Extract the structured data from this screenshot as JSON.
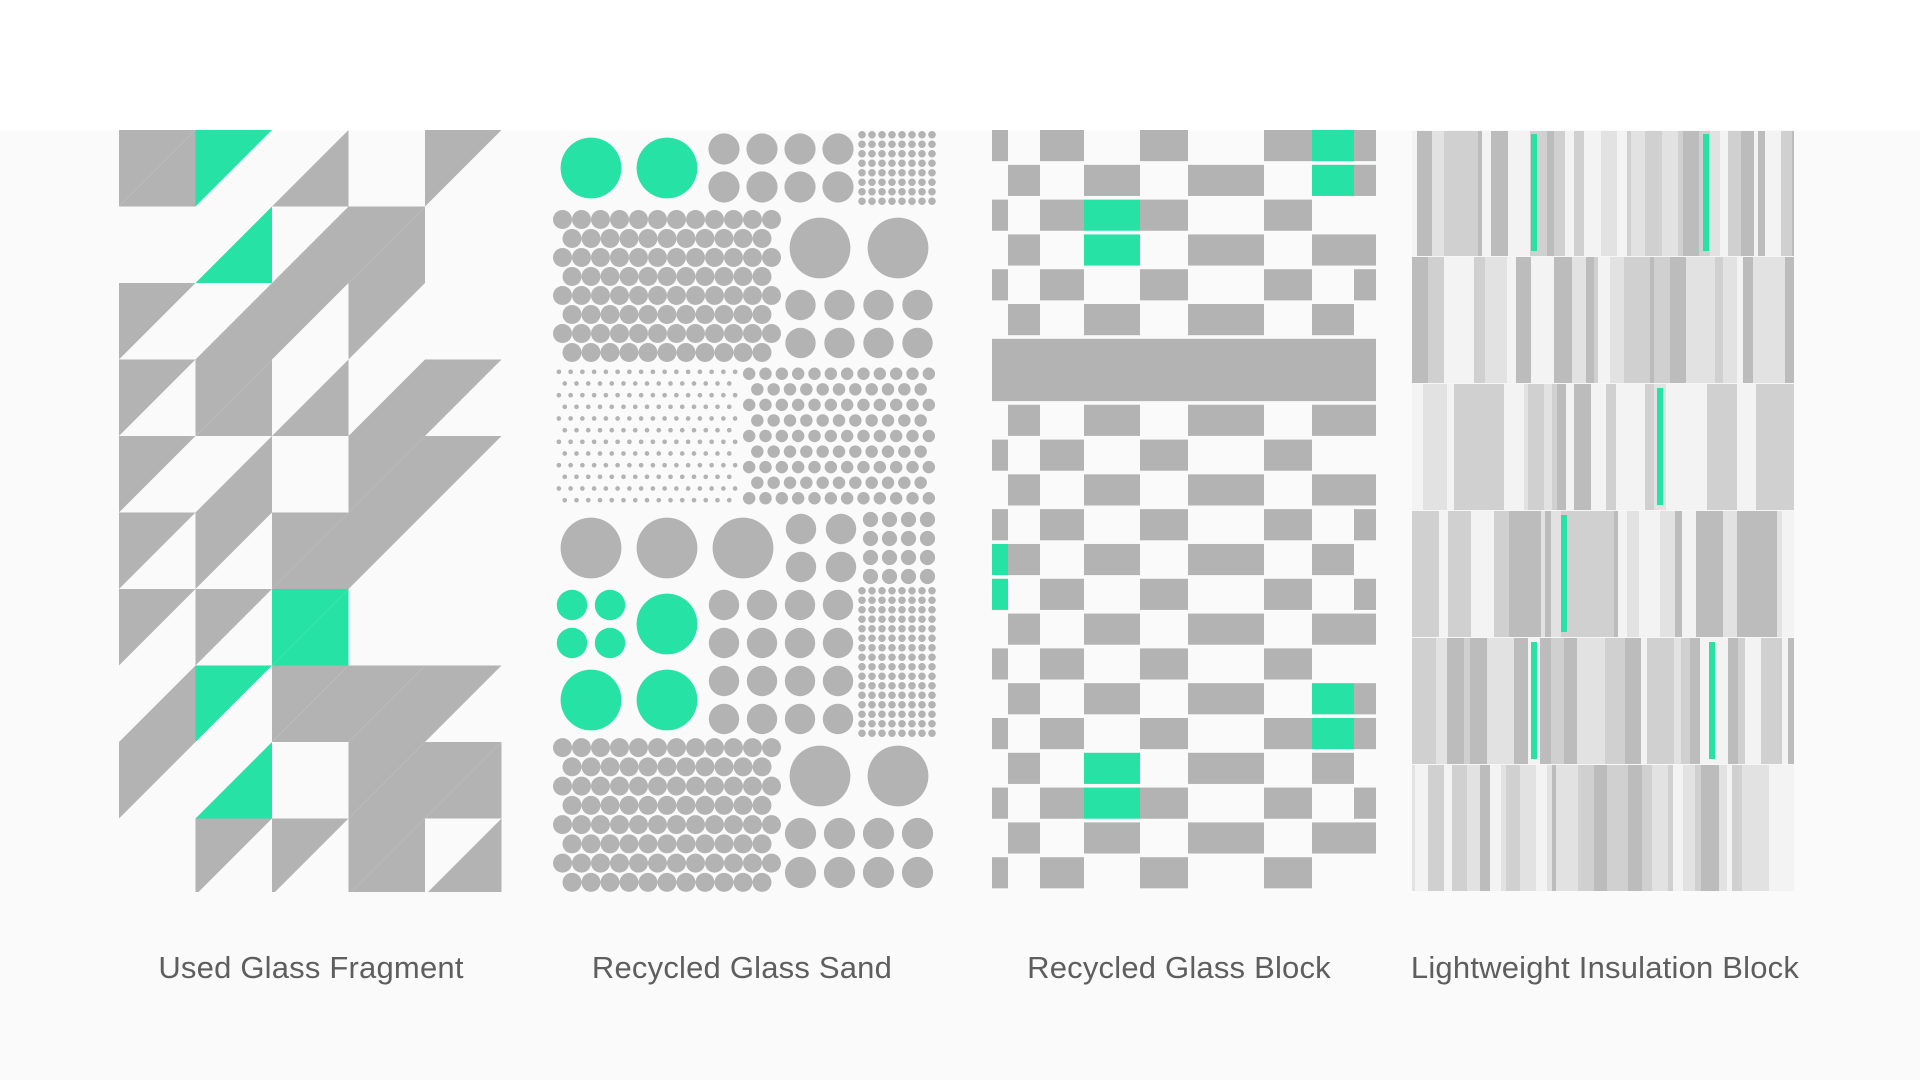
{
  "colors": {
    "gray": "#b3b3b3",
    "accent": "#26e2a5",
    "light": "#f1f1f1",
    "background": "#fafafa"
  },
  "panels": [
    {
      "id": "fragment",
      "pattern": "diagonal-triangle-fragments",
      "caption": "Used Glass Fragment"
    },
    {
      "id": "sand",
      "pattern": "circle-dot-grids",
      "caption": "Recycled Glass Sand"
    },
    {
      "id": "block",
      "pattern": "rectangular-block-checker",
      "caption": "Recycled Glass Block"
    },
    {
      "id": "insulation",
      "pattern": "vertical-stripe-bars",
      "caption": "Lightweight Insulation Block"
    }
  ]
}
